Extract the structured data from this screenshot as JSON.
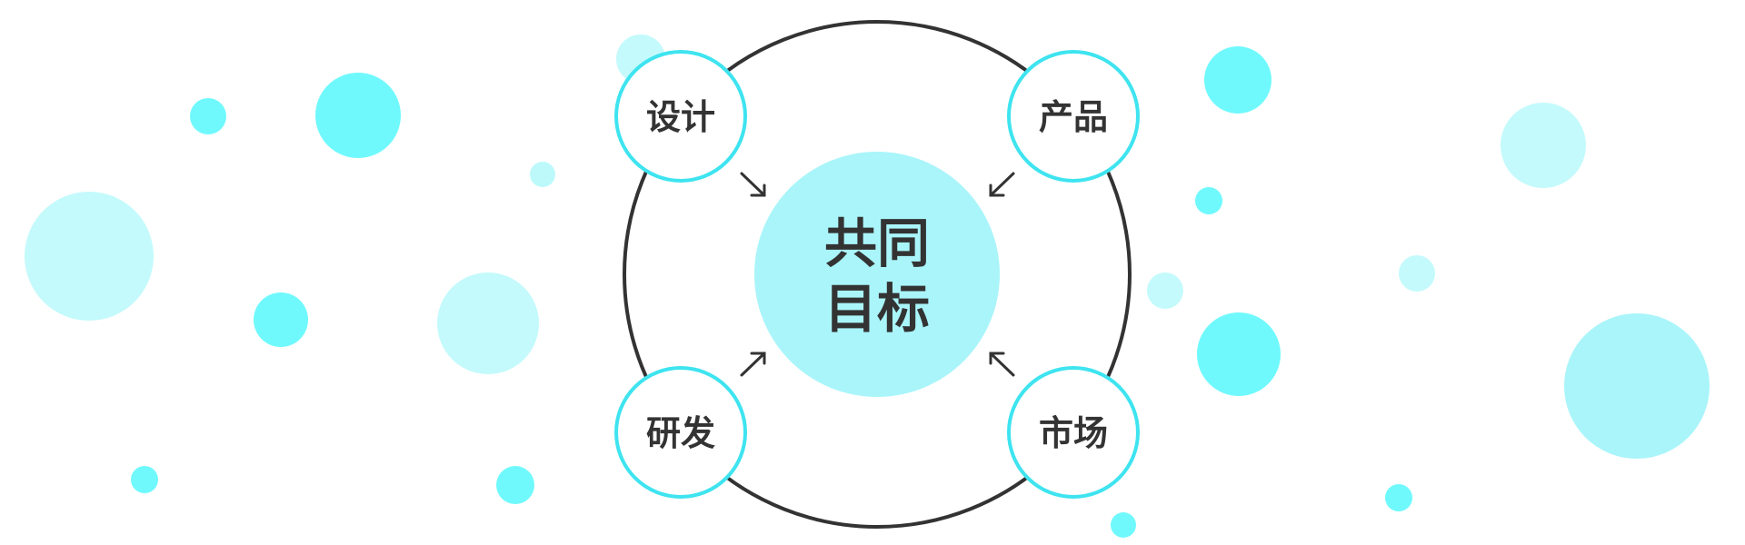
{
  "diagram": {
    "center": {
      "line1": "共同",
      "line2": "目标"
    },
    "nodes": [
      {
        "key": "design",
        "label": "设计"
      },
      {
        "key": "product",
        "label": "产品"
      },
      {
        "key": "rnd",
        "label": "研发"
      },
      {
        "key": "market",
        "label": "市场"
      }
    ]
  },
  "colors": {
    "ring": "#333333",
    "accent": "#3ee4f0",
    "center_fill": "#a9f5fa",
    "text": "#333333",
    "bubble_strong": "#6ff9fd",
    "bubble_light": "#bdf9fb",
    "bubble_mid": "#a9f5fa"
  }
}
